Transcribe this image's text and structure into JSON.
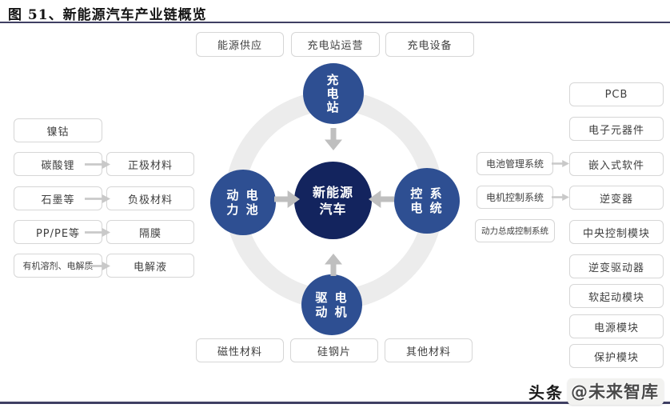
{
  "title": "图 51、新能源汽车产业链概览",
  "top_row": [
    "能源供应",
    "充电站运营",
    "充电设备"
  ],
  "hub": {
    "center": [
      "新能源",
      "汽车"
    ],
    "top": [
      "充",
      "电",
      "站"
    ],
    "left": [
      "动 电",
      "力 池"
    ],
    "right": [
      "控 系",
      "电 统"
    ],
    "bottom": [
      "驱 电",
      "动 机"
    ]
  },
  "battery_chain": {
    "rows": [
      {
        "source": "镍钴",
        "target": ""
      },
      {
        "source": "碳酸锂",
        "target": "正极材料"
      },
      {
        "source": "石墨等",
        "target": "负极材料"
      },
      {
        "source": "PP/PE等",
        "target": "隔膜"
      },
      {
        "source": "有机溶剂、电解质",
        "target": "电解液"
      }
    ]
  },
  "control_systems": [
    "电池管理系统",
    "电机控制系统",
    "动力总成控制系统"
  ],
  "components": [
    "PCB",
    "电子元器件",
    "嵌入式软件",
    "逆变器",
    "中央控制模块",
    "逆变驱动器",
    "软起动模块",
    "电源模块",
    "保护模块"
  ],
  "motor_row": [
    "磁性材料",
    "硅钢片",
    "其他材料"
  ],
  "watermark": {
    "prefix": "头条",
    "handle": "@未来智库"
  },
  "colors": {
    "hub_blue": "#2e4f92",
    "center_navy": "#13245e",
    "rule_navy": "#3f3f63",
    "ring_gray": "#ececec",
    "arrow_gray": "#bfbfbf"
  }
}
